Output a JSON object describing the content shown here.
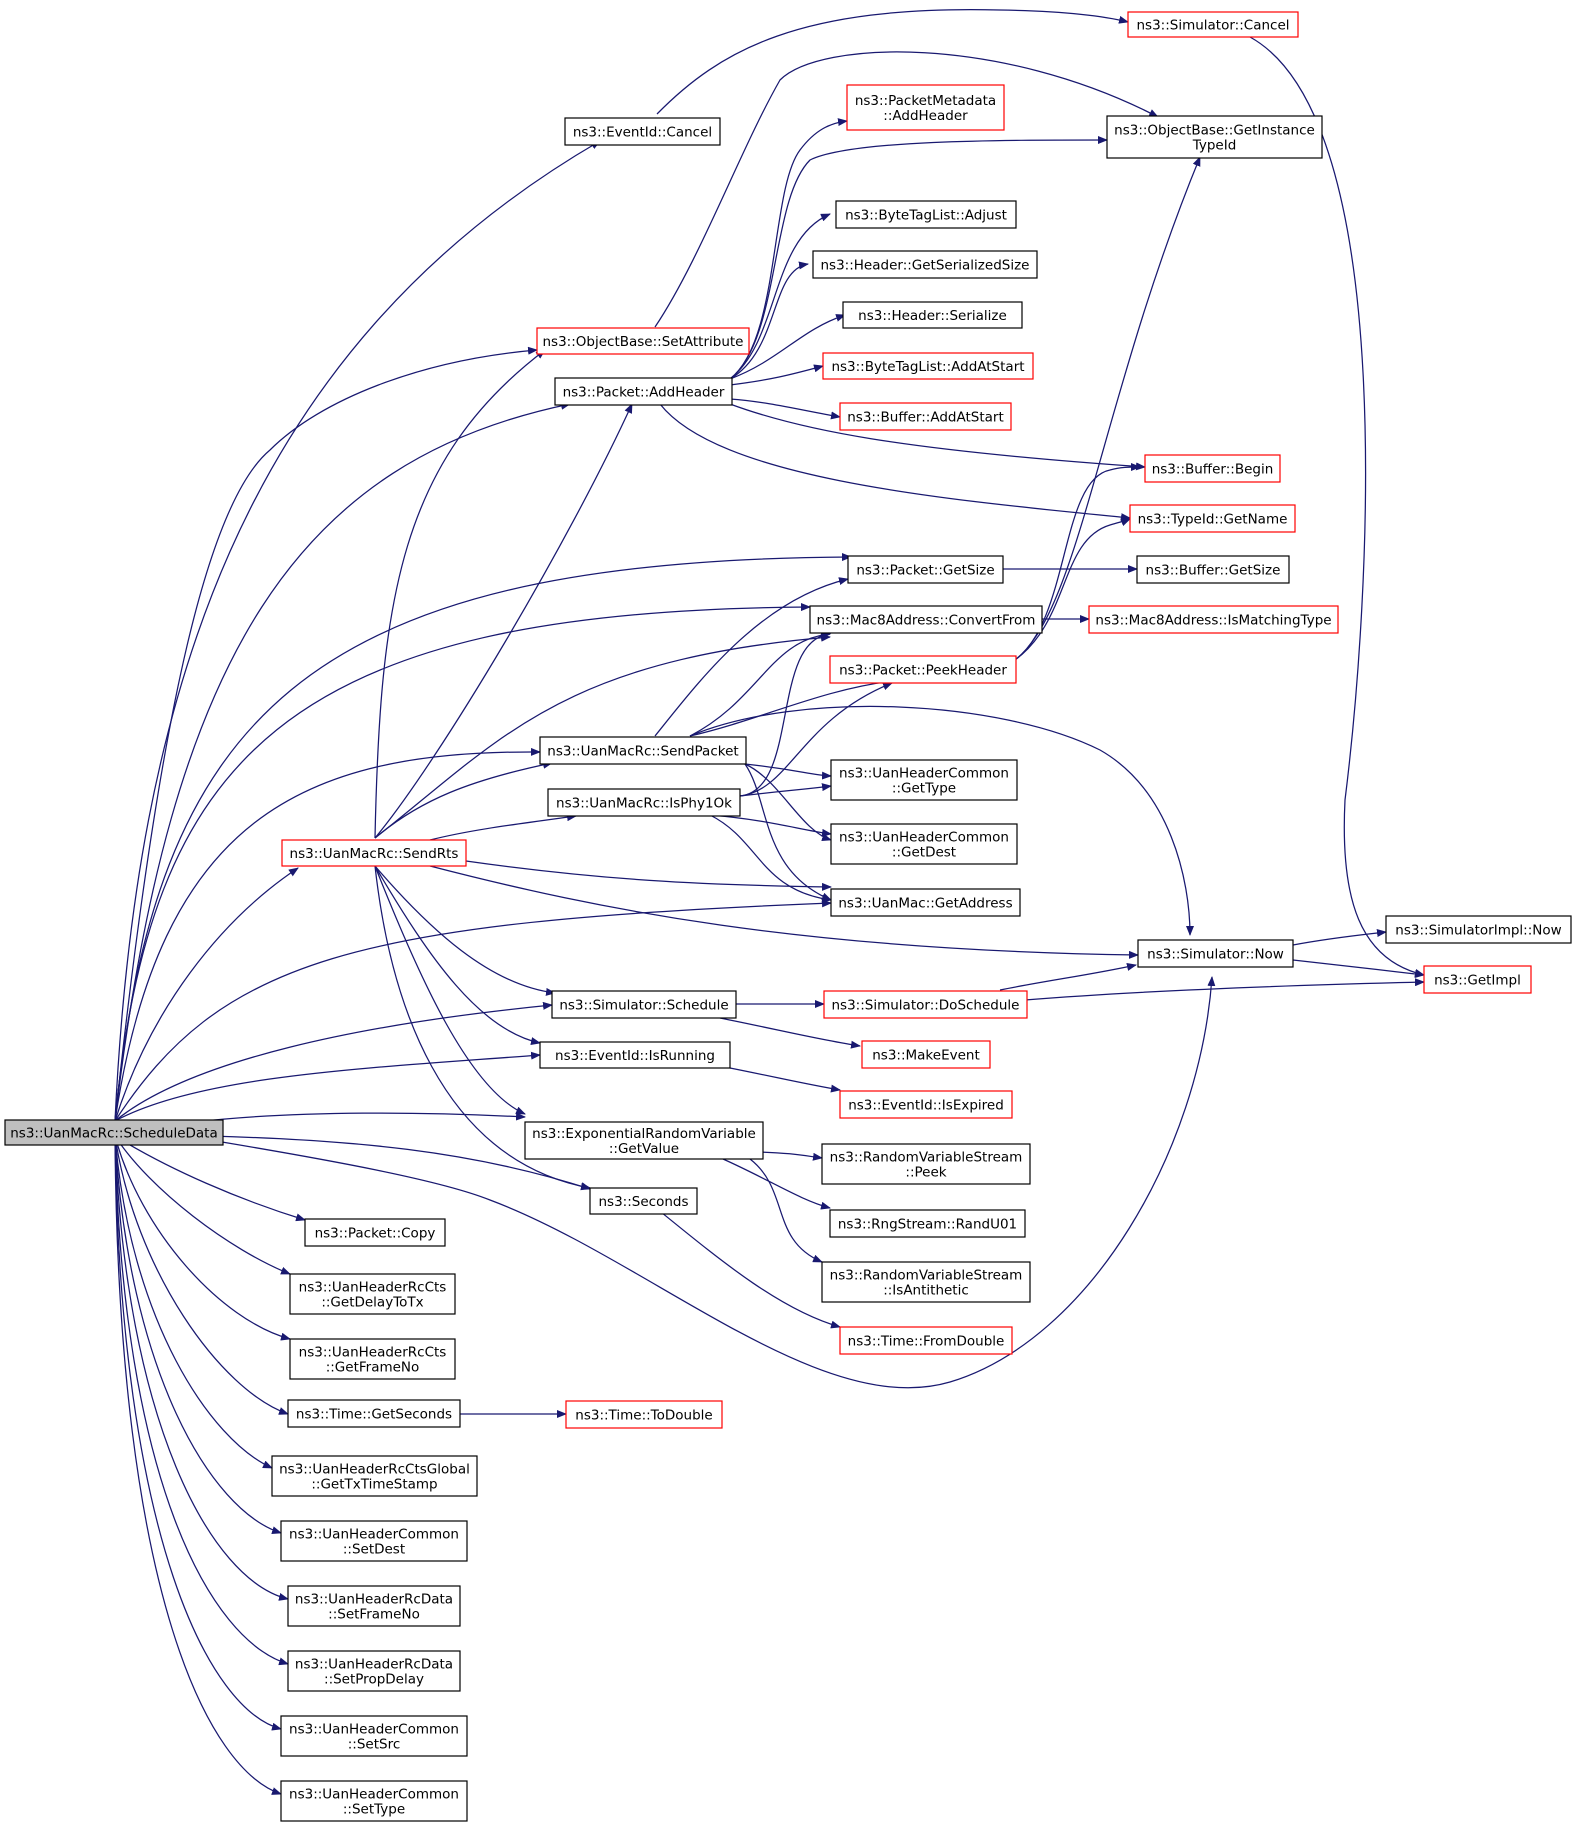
{
  "diagram": {
    "nodes": [
      {
        "id": "root",
        "lines": [
          "ns3::UanMacRc::ScheduleData"
        ],
        "style": "root"
      },
      {
        "id": "ev_cancel",
        "lines": [
          "ns3::EventId::Cancel"
        ],
        "style": "normal"
      },
      {
        "id": "sim_cancel",
        "lines": [
          "ns3::Simulator::Cancel"
        ],
        "style": "red"
      },
      {
        "id": "obj_setattr",
        "lines": [
          "ns3::ObjectBase::SetAttribute"
        ],
        "style": "red"
      },
      {
        "id": "pm_addheader",
        "lines": [
          "ns3::PacketMetadata",
          "::AddHeader"
        ],
        "style": "red"
      },
      {
        "id": "obj_getinst",
        "lines": [
          "ns3::ObjectBase::GetInstance",
          "TypeId"
        ],
        "style": "normal"
      },
      {
        "id": "btl_adjust",
        "lines": [
          "ns3::ByteTagList::Adjust"
        ],
        "style": "normal"
      },
      {
        "id": "hdr_getser",
        "lines": [
          "ns3::Header::GetSerializedSize"
        ],
        "style": "normal"
      },
      {
        "id": "hdr_ser",
        "lines": [
          "ns3::Header::Serialize"
        ],
        "style": "normal"
      },
      {
        "id": "btl_addstart",
        "lines": [
          "ns3::ByteTagList::AddAtStart"
        ],
        "style": "red"
      },
      {
        "id": "pkt_addheader",
        "lines": [
          "ns3::Packet::AddHeader"
        ],
        "style": "normal"
      },
      {
        "id": "buf_addstart",
        "lines": [
          "ns3::Buffer::AddAtStart"
        ],
        "style": "red"
      },
      {
        "id": "buf_begin",
        "lines": [
          "ns3::Buffer::Begin"
        ],
        "style": "red"
      },
      {
        "id": "typeid_getname",
        "lines": [
          "ns3::TypeId::GetName"
        ],
        "style": "red"
      },
      {
        "id": "pkt_getsize",
        "lines": [
          "ns3::Packet::GetSize"
        ],
        "style": "normal"
      },
      {
        "id": "buf_getsize",
        "lines": [
          "ns3::Buffer::GetSize"
        ],
        "style": "normal"
      },
      {
        "id": "mac8_conv",
        "lines": [
          "ns3::Mac8Address::ConvertFrom"
        ],
        "style": "normal"
      },
      {
        "id": "mac8_ismatch",
        "lines": [
          "ns3::Mac8Address::IsMatchingType"
        ],
        "style": "red"
      },
      {
        "id": "pkt_peek",
        "lines": [
          "ns3::Packet::PeekHeader"
        ],
        "style": "red"
      },
      {
        "id": "uan_sendpacket",
        "lines": [
          "ns3::UanMacRc::SendPacket"
        ],
        "style": "normal"
      },
      {
        "id": "uan_isphy",
        "lines": [
          "ns3::UanMacRc::IsPhy1Ok"
        ],
        "style": "normal"
      },
      {
        "id": "uhc_gettype",
        "lines": [
          "ns3::UanHeaderCommon",
          "::GetType"
        ],
        "style": "normal"
      },
      {
        "id": "uhc_getdest",
        "lines": [
          "ns3::UanHeaderCommon",
          "::GetDest"
        ],
        "style": "normal"
      },
      {
        "id": "uan_sendrts",
        "lines": [
          "ns3::UanMacRc::SendRts"
        ],
        "style": "red"
      },
      {
        "id": "uanmac_getaddr",
        "lines": [
          "ns3::UanMac::GetAddress"
        ],
        "style": "normal"
      },
      {
        "id": "sim_now",
        "lines": [
          "ns3::Simulator::Now"
        ],
        "style": "normal"
      },
      {
        "id": "simimpl_now",
        "lines": [
          "ns3::SimulatorImpl::Now"
        ],
        "style": "normal"
      },
      {
        "id": "getimpl",
        "lines": [
          "ns3::GetImpl"
        ],
        "style": "red"
      },
      {
        "id": "sim_sched",
        "lines": [
          "ns3::Simulator::Schedule"
        ],
        "style": "normal"
      },
      {
        "id": "sim_dosched",
        "lines": [
          "ns3::Simulator::DoSchedule"
        ],
        "style": "red"
      },
      {
        "id": "makeevent",
        "lines": [
          "ns3::MakeEvent"
        ],
        "style": "red"
      },
      {
        "id": "ev_isrunning",
        "lines": [
          "ns3::EventId::IsRunning"
        ],
        "style": "normal"
      },
      {
        "id": "ev_isexpired",
        "lines": [
          "ns3::EventId::IsExpired"
        ],
        "style": "red"
      },
      {
        "id": "exp_getvalue",
        "lines": [
          "ns3::ExponentialRandomVariable",
          "::GetValue"
        ],
        "style": "normal"
      },
      {
        "id": "rvs_peek",
        "lines": [
          "ns3::RandomVariableStream",
          "::Peek"
        ],
        "style": "normal"
      },
      {
        "id": "seconds",
        "lines": [
          "ns3::Seconds"
        ],
        "style": "normal"
      },
      {
        "id": "rng_randu01",
        "lines": [
          "ns3::RngStream::RandU01"
        ],
        "style": "normal"
      },
      {
        "id": "pkt_copy",
        "lines": [
          "ns3::Packet::Copy"
        ],
        "style": "normal"
      },
      {
        "id": "rvs_isanti",
        "lines": [
          "ns3::RandomVariableStream",
          "::IsAntithetic"
        ],
        "style": "normal"
      },
      {
        "id": "uhrc_getdelay",
        "lines": [
          "ns3::UanHeaderRcCts",
          "::GetDelayToTx"
        ],
        "style": "normal"
      },
      {
        "id": "time_fromdouble",
        "lines": [
          "ns3::Time::FromDouble"
        ],
        "style": "red"
      },
      {
        "id": "uhrc_getframe",
        "lines": [
          "ns3::UanHeaderRcCts",
          "::GetFrameNo"
        ],
        "style": "normal"
      },
      {
        "id": "time_getsec",
        "lines": [
          "ns3::Time::GetSeconds"
        ],
        "style": "normal"
      },
      {
        "id": "time_todouble",
        "lines": [
          "ns3::Time::ToDouble"
        ],
        "style": "red"
      },
      {
        "id": "uhrcg_gettx",
        "lines": [
          "ns3::UanHeaderRcCtsGlobal",
          "::GetTxTimeStamp"
        ],
        "style": "normal"
      },
      {
        "id": "uhc_setdest",
        "lines": [
          "ns3::UanHeaderCommon",
          "::SetDest"
        ],
        "style": "normal"
      },
      {
        "id": "uhrd_setframe",
        "lines": [
          "ns3::UanHeaderRcData",
          "::SetFrameNo"
        ],
        "style": "normal"
      },
      {
        "id": "uhrd_setprop",
        "lines": [
          "ns3::UanHeaderRcData",
          "::SetPropDelay"
        ],
        "style": "normal"
      },
      {
        "id": "uhc_setsrc",
        "lines": [
          "ns3::UanHeaderCommon",
          "::SetSrc"
        ],
        "style": "normal"
      },
      {
        "id": "uhc_settype",
        "lines": [
          "ns3::UanHeaderCommon",
          "::SetType"
        ],
        "style": "normal"
      }
    ],
    "colors": {
      "edge": "#191970",
      "node_border": "#000000",
      "node_border_red": "#ff0000",
      "root_fill": "#bfbfbf",
      "background": "#ffffff"
    }
  }
}
